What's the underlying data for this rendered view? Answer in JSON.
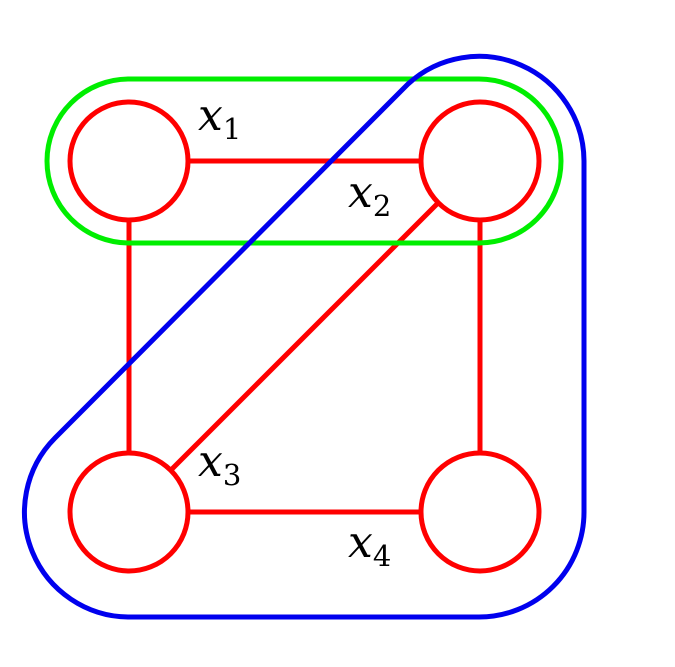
{
  "colors": {
    "edge": "#ff0000",
    "node": "#ff0000",
    "hyperedge_1": "#00ee00",
    "hyperedge_2": "#0000ee",
    "text": "#000000",
    "background": "#ffffff"
  },
  "nodes": [
    {
      "id": "x1",
      "var": "x",
      "sub": "1"
    },
    {
      "id": "x2",
      "var": "x",
      "sub": "2"
    },
    {
      "id": "x3",
      "var": "x",
      "sub": "3"
    },
    {
      "id": "x4",
      "var": "x",
      "sub": "4"
    }
  ],
  "edges": [
    {
      "from": "x1",
      "to": "x2"
    },
    {
      "from": "x1",
      "to": "x3"
    },
    {
      "from": "x2",
      "to": "x4"
    },
    {
      "from": "x3",
      "to": "x4"
    },
    {
      "from": "x2",
      "to": "x3"
    }
  ],
  "hyperedges": [
    {
      "members": [
        "x1",
        "x2"
      ],
      "color": "#00ee00"
    },
    {
      "members": [
        "x2",
        "x3",
        "x4"
      ],
      "color": "#0000ee"
    }
  ]
}
